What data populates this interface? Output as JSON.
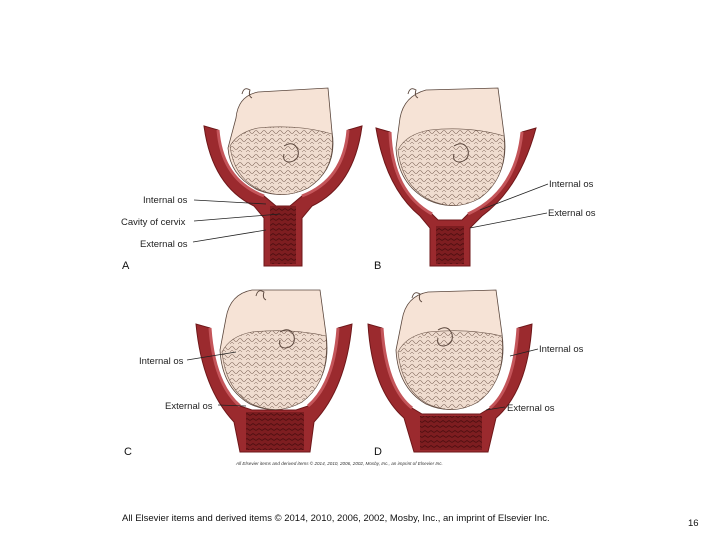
{
  "figure": {
    "panels": [
      {
        "letter": "A",
        "labels": [
          "Internal os",
          "Cavity of cervix",
          "External os"
        ]
      },
      {
        "letter": "B",
        "labels": [
          "Internal os",
          "External os"
        ]
      },
      {
        "letter": "C",
        "labels": [
          "Internal os",
          "External os"
        ]
      },
      {
        "letter": "D",
        "labels": [
          "Internal os",
          "External os"
        ]
      }
    ],
    "credit": "All Elsevier items and derived items © 2014, 2010, 2006, 2002, Mosby, Inc., an imprint of Elsevier Inc.",
    "colors": {
      "wall": "#9b2a2e",
      "wall_dark": "#6e1719",
      "wall_light": "#c4555a",
      "head": "#f6e3d6",
      "hair": "#6a5448"
    }
  },
  "footer": {
    "copyright": "All Elsevier items and derived items © 2014, 2010, 2006, 2002, Mosby, Inc., an imprint of Elsevier Inc.",
    "slide_number": "16"
  }
}
